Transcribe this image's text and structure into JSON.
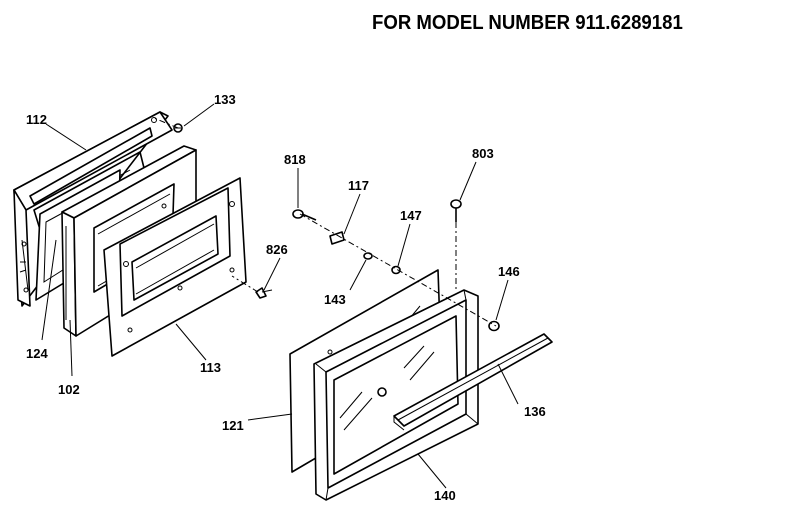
{
  "header": {
    "title": "FOR MODEL NUMBER 911.6289181"
  },
  "labels": {
    "p112": "112",
    "p133": "133",
    "p818": "818",
    "p117": "117",
    "p803": "803",
    "p147": "147",
    "p826": "826",
    "p146": "146",
    "p143": "143",
    "p124": "124",
    "p102": "102",
    "p113": "113",
    "p121": "121",
    "p136": "136",
    "p140": "140"
  }
}
